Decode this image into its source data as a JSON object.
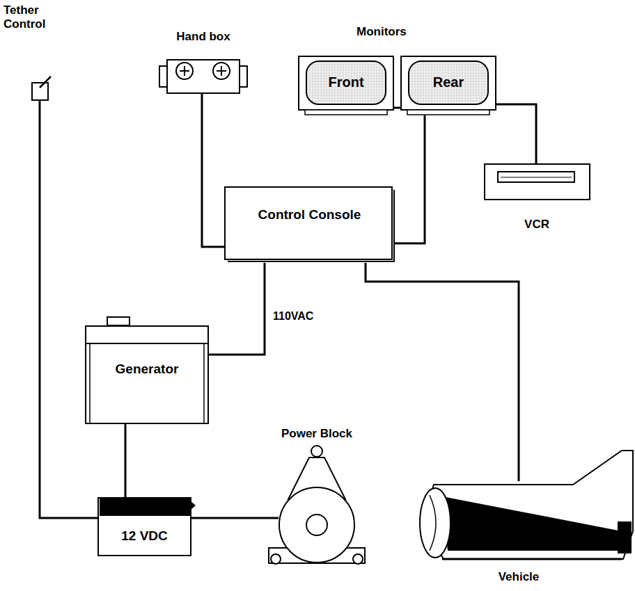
{
  "diagram": {
    "nodes": [
      {
        "text": [
          "Tether Control"
        ]
      },
      {
        "text": [
          "Hand box"
        ]
      },
      {
        "text": [
          "Front"
        ]
      },
      {
        "text": [
          "Rear"
        ]
      },
      {
        "text": [
          "Control Console"
        ]
      },
      {
        "text": [
          "VCR"
        ]
      },
      {
        "text": [
          "Generator"
        ]
      },
      {
        "text": [
          "12 VDC"
        ]
      },
      {
        "text": [
          "Power Block"
        ]
      },
      {
        "text": [
          "Vehicle"
        ]
      }
    ],
    "edges": [
      {
        "from": 0,
        "to": 7,
        "arrow": "none"
      },
      {
        "from": 1,
        "to": 4,
        "arrow": "none"
      },
      {
        "from": 2,
        "to": 3,
        "arrow": "none"
      },
      {
        "from": 3,
        "to": 4,
        "arrow": "none"
      },
      {
        "from": 3,
        "to": 5,
        "arrow": "none"
      },
      {
        "from": 4,
        "to": 6,
        "label": "110VAC",
        "arrow": "none"
      },
      {
        "from": 4,
        "to": 9,
        "arrow": "none"
      },
      {
        "from": 6,
        "to": 7,
        "arrow": "none"
      },
      {
        "from": 7,
        "to": 8,
        "arrow": "none"
      }
    ],
    "labels": [
      "Monitors"
    ]
  }
}
